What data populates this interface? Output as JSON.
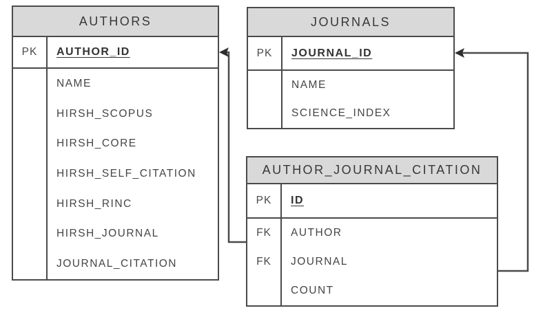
{
  "tables": {
    "authors": {
      "title": "AUTHORS",
      "pk": {
        "key": "PK",
        "field": "AUTHOR_ID"
      },
      "rows": [
        {
          "key": "",
          "field": "NAME"
        },
        {
          "key": "",
          "field": "HIRSH_SCOPUS"
        },
        {
          "key": "",
          "field": "HIRSH_CORE"
        },
        {
          "key": "",
          "field": "HIRSH_SELF_CITATION"
        },
        {
          "key": "",
          "field": "HIRSH_RINC"
        },
        {
          "key": "",
          "field": "HIRSH_JOURNAL"
        },
        {
          "key": "",
          "field": "JOURNAL_CITATION"
        }
      ]
    },
    "journals": {
      "title": "JOURNALS",
      "pk": {
        "key": "PK",
        "field": "JOURNAL_ID"
      },
      "rows": [
        {
          "key": "",
          "field": "NAME"
        },
        {
          "key": "",
          "field": "SCIENCE_INDEX"
        }
      ]
    },
    "author_journal_citation": {
      "title": "AUTHOR_JOURNAL_CITATION",
      "pk": {
        "key": "PK",
        "field": "ID"
      },
      "rows": [
        {
          "key": "FK",
          "field": "AUTHOR"
        },
        {
          "key": "FK",
          "field": "JOURNAL"
        },
        {
          "key": "",
          "field": "COUNT"
        }
      ]
    }
  },
  "relationships": [
    {
      "from_table": "AUTHOR_JOURNAL_CITATION",
      "from_field": "AUTHOR",
      "to_table": "AUTHORS",
      "to_field": "AUTHOR_ID",
      "arrow": "solid-left-arrowhead"
    },
    {
      "from_table": "AUTHOR_JOURNAL_CITATION",
      "from_field": "JOURNAL",
      "to_table": "JOURNALS",
      "to_field": "JOURNAL_ID",
      "arrow": "solid-left-arrowhead"
    }
  ],
  "colors": {
    "header_bg": "#d9d9d9",
    "border": "#4a4a4a",
    "line": "#4a4a4a",
    "text": "#3d3d3d",
    "background": "#ffffff"
  }
}
